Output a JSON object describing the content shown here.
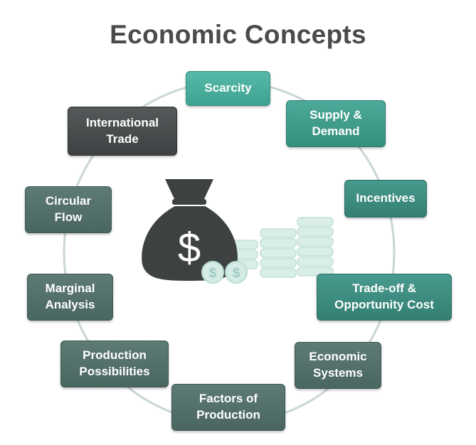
{
  "title": "Economic Concepts",
  "nodes": {
    "scarcity": "Scarcity",
    "supply_demand": "Supply &\nDemand",
    "incentives": "Incentives",
    "tradeoff": "Trade-off &\nOpportunity Cost",
    "economic_systems": "Economic\nSystems",
    "factors_of_production": "Factors of\nProduction",
    "production_possibilities": "Production\nPossibilities",
    "marginal_analysis": "Marginal\nAnalysis",
    "circular_flow": "Circular\nFlow",
    "international_trade": "International\nTrade"
  },
  "center_icon": {
    "name": "money-bag-icon",
    "symbol": "$",
    "coin_symbol": "$"
  },
  "colors": {
    "title": "#4a4a4a",
    "ring": "#c9d6d3",
    "bag": "#3e4142",
    "coins": "#d5ebe5"
  }
}
